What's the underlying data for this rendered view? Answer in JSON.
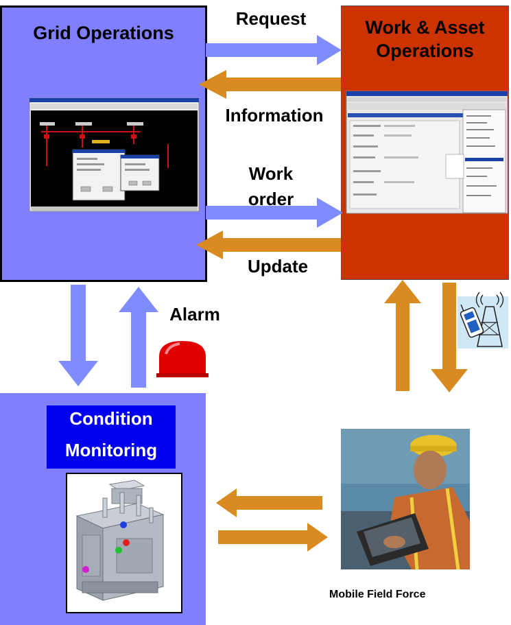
{
  "grid_operations": {
    "title": "Grid Operations"
  },
  "work_asset": {
    "title_line1": "Work & Asset",
    "title_line2": "Operations"
  },
  "condition_monitoring": {
    "title_line1": "Condition",
    "title_line2": "Monitoring"
  },
  "flows": {
    "request": "Request",
    "information": "Information",
    "work_order_line1": "Work",
    "work_order_line2": "order",
    "update": "Update",
    "alarm": "Alarm"
  },
  "mobile_field_force": {
    "caption": "Mobile Field Force"
  },
  "colors": {
    "blue_box": "#7f7fff",
    "red_box": "#cc3300",
    "blue_arrow": "#7f8cff",
    "orange_arrow": "#d98a20",
    "title_blue": "#0000ee"
  }
}
